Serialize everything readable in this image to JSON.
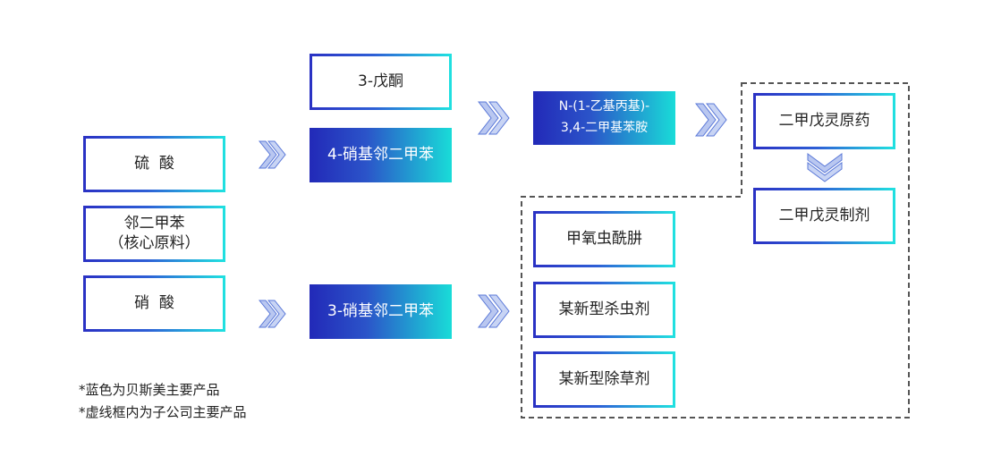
{
  "raw_materials": [
    {
      "label": "硫  酸"
    },
    {
      "label_line1": "邻二甲苯",
      "label_line2": "（核心原料）"
    },
    {
      "label": "硝  酸"
    }
  ],
  "intermediates": {
    "pentanone": "3-戊酮",
    "nitro_4": "4-硝基邻二甲苯",
    "nitro_3": "3-硝基邻二甲苯",
    "amine_line1": "N-(1-乙基丙基)-",
    "amine_line2": "3,4-二甲基苯胺"
  },
  "products_upper": {
    "api": "二甲戊灵原药",
    "formulation": "二甲戊灵制剂"
  },
  "products_lower": [
    "甲氧虫酰肼",
    "某新型杀虫剂",
    "某新型除草剂"
  ],
  "notes": [
    "*蓝色为贝斯美主要产品",
    "*虚线框内为子公司主要产品"
  ],
  "colors": {
    "gradient_start": "#2229b8",
    "gradient_end": "#19dcd8",
    "arrow_light": "#b9c7f0",
    "arrow_dark": "#5a78d8"
  }
}
